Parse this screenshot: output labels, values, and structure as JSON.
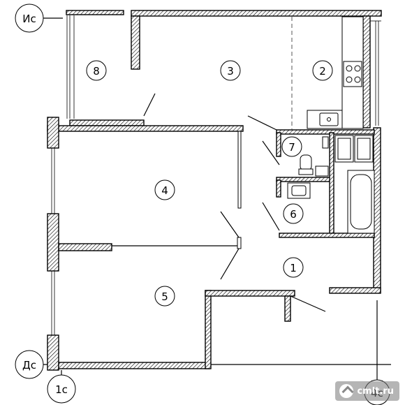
{
  "plan": {
    "rooms": [
      {
        "id": "1",
        "label": "1"
      },
      {
        "id": "2",
        "label": "2"
      },
      {
        "id": "3",
        "label": "3"
      },
      {
        "id": "4",
        "label": "4"
      },
      {
        "id": "5",
        "label": "5"
      },
      {
        "id": "6",
        "label": "6"
      },
      {
        "id": "7",
        "label": "7"
      },
      {
        "id": "8",
        "label": "8"
      }
    ],
    "axes": {
      "top_left": "Ис",
      "bottom_left": "Дс",
      "bottom_col_left": "1с",
      "bottom_col_right": "4с"
    },
    "watermark": "cmlt.ru"
  }
}
